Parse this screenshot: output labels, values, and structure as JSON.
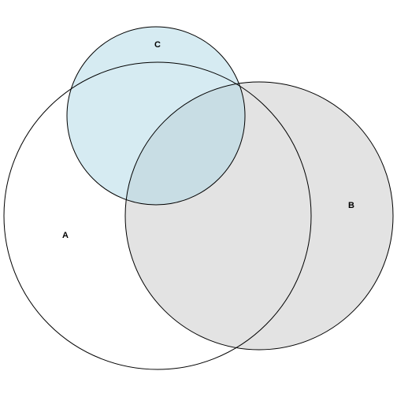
{
  "diagram": {
    "type": "venn",
    "sets": [
      {
        "label": "A",
        "fill": "#ffffff",
        "opacity": 1.0
      },
      {
        "label": "B",
        "fill": "#d9d9d9",
        "opacity": 0.75
      },
      {
        "label": "C",
        "fill": "#add8e6",
        "opacity": 0.5
      }
    ],
    "outline_color": "#000000"
  }
}
